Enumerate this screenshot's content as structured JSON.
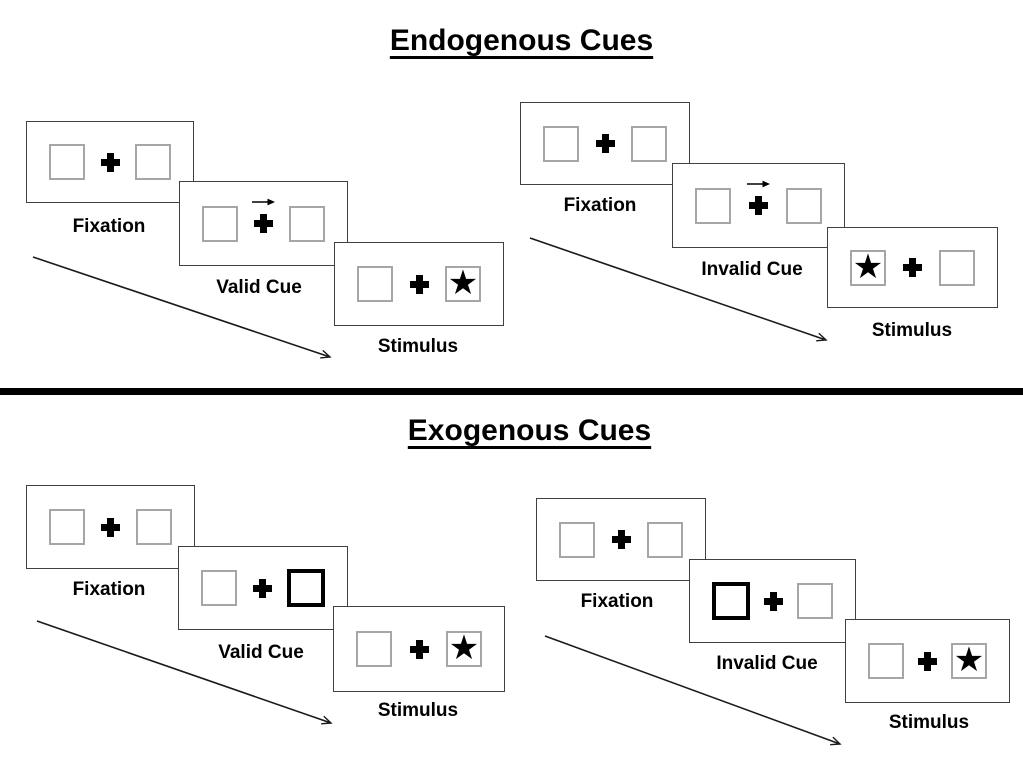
{
  "diagram": "Posner spatial cueing task schematic",
  "glyphs": {
    "star": "★"
  },
  "colors": {
    "ink": "#000000",
    "panel_border": "#404040",
    "box_border": "#a6a6a6",
    "background": "#ffffff"
  },
  "sections": [
    {
      "title": "Endogenous Cues",
      "cue_style": "central arrow above fixation cross",
      "sequences": [
        {
          "name": "valid",
          "cue_direction": "right",
          "stimulus_side": "right",
          "frames": [
            {
              "label": "Fixation"
            },
            {
              "label": "Valid Cue"
            },
            {
              "label": "Stimulus"
            }
          ]
        },
        {
          "name": "invalid",
          "cue_direction": "right",
          "stimulus_side": "left",
          "frames": [
            {
              "label": "Fixation"
            },
            {
              "label": "Invalid Cue"
            },
            {
              "label": "Stimulus"
            }
          ]
        }
      ]
    },
    {
      "title": "Exogenous Cues",
      "cue_style": "peripheral box highlighted with thick black border",
      "sequences": [
        {
          "name": "valid",
          "cue_side": "right",
          "stimulus_side": "right",
          "frames": [
            {
              "label": "Fixation"
            },
            {
              "label": "Valid Cue"
            },
            {
              "label": "Stimulus"
            }
          ]
        },
        {
          "name": "invalid",
          "cue_side": "left",
          "stimulus_side": "right",
          "frames": [
            {
              "label": "Fixation"
            },
            {
              "label": "Invalid Cue"
            },
            {
              "label": "Stimulus"
            }
          ]
        }
      ]
    }
  ]
}
